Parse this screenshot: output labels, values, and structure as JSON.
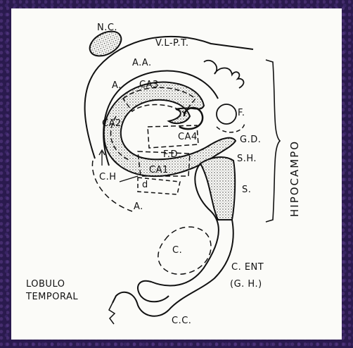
{
  "labels": {
    "nc": "N.C.",
    "vlpt": "V.L-P.T.",
    "aa": "A.A.",
    "a_upper": "A.",
    "ca3": "CA3",
    "ca2": "CA2",
    "ca4": "CA4",
    "f": "F.",
    "gd": "G.D.",
    "fd": "F.D.",
    "sh": "S.H.",
    "ca1": "CA1",
    "ch": "C.H",
    "d": "d",
    "s": "S.",
    "a_lower": "A.",
    "c": "C.",
    "cent": "C. ENT",
    "gh": "(G. H.)",
    "lobulo": "LOBULO",
    "temporal": "TEMPORAL",
    "cc": "C.C.",
    "hipocampo": "HIPOCAMPO"
  }
}
